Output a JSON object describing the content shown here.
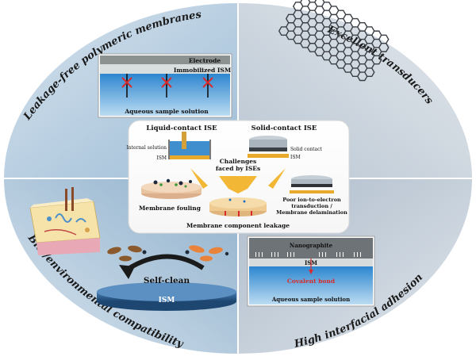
{
  "quadrants": {
    "top_left": "Leakage-free polymeric membranes",
    "top_right": "Excellent transducers",
    "bottom_left": "Bio-/environmental compatibility",
    "bottom_right": "High interfacial adhesion"
  },
  "leakage_panel": {
    "electrode": "Electrode",
    "ism": "Immobilized ISM",
    "solution": "Aqueous sample solution"
  },
  "adhesion_panel": {
    "nanographite": "Nanographite",
    "ism": "ISM",
    "bond": "Covalent bond",
    "solution": "Aqueous sample solution"
  },
  "center": {
    "liquid_contact_title": "Liquid-contact ISE",
    "solid_contact_title": "Solid-contact ISE",
    "internal_solution": "Internal solution",
    "ism_left": "ISM",
    "solid_contact": "Solid contact",
    "ism_right": "ISM",
    "challenges_line1": "Challenges",
    "challenges_line2": "faced by ISEs",
    "fouling": "Membrane fouling",
    "transduction_line1": "Poor ion-to-electron",
    "transduction_line2": "transduction /",
    "transduction_line3": "Membrane delamination",
    "leakage": "Membrane component leakage"
  },
  "self_clean": {
    "label": "Self-clean",
    "ism": "ISM"
  },
  "colors": {
    "ellipse_left": "#b9cfe0",
    "ellipse_right": "#c9d2dc",
    "solution_blue": "#4a9ad4",
    "covalent_red": "#d92b2b",
    "membrane_yellow": "#e8a92c",
    "ism_disc_blue": "#2f5f8e"
  }
}
